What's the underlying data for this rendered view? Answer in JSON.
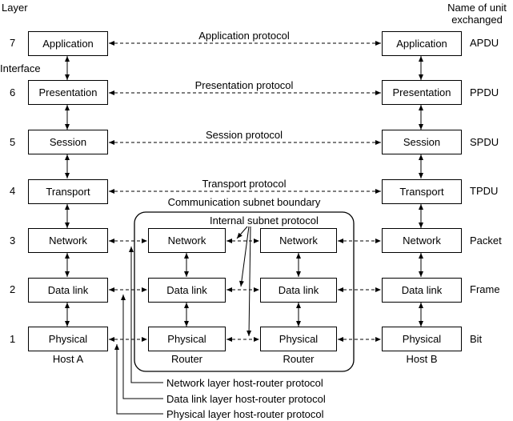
{
  "headers": {
    "layer": "Layer",
    "unit_line1": "Name of unit",
    "unit_line2": "exchanged",
    "interface": "Interface"
  },
  "layers": [
    {
      "num": "7",
      "name": "Application",
      "unit": "APDU",
      "protocol": "Application protocol"
    },
    {
      "num": "6",
      "name": "Presentation",
      "unit": "PPDU",
      "protocol": "Presentation protocol"
    },
    {
      "num": "5",
      "name": "Session",
      "unit": "SPDU",
      "protocol": "Session protocol"
    },
    {
      "num": "4",
      "name": "Transport",
      "unit": "TPDU",
      "protocol": "Transport protocol"
    },
    {
      "num": "3",
      "name": "Network",
      "unit": "Packet"
    },
    {
      "num": "2",
      "name": "Data link",
      "unit": "Frame"
    },
    {
      "num": "1",
      "name": "Physical",
      "unit": "Bit"
    }
  ],
  "hosts": {
    "a": "Host A",
    "b": "Host B"
  },
  "subnet": {
    "boundary": "Communication subnet boundary",
    "internal": "Internal subnet protocol",
    "router": "Router"
  },
  "legend": [
    "Network layer host-router protocol",
    "Data link layer host-router protocol",
    "Physical layer host-router protocol"
  ]
}
